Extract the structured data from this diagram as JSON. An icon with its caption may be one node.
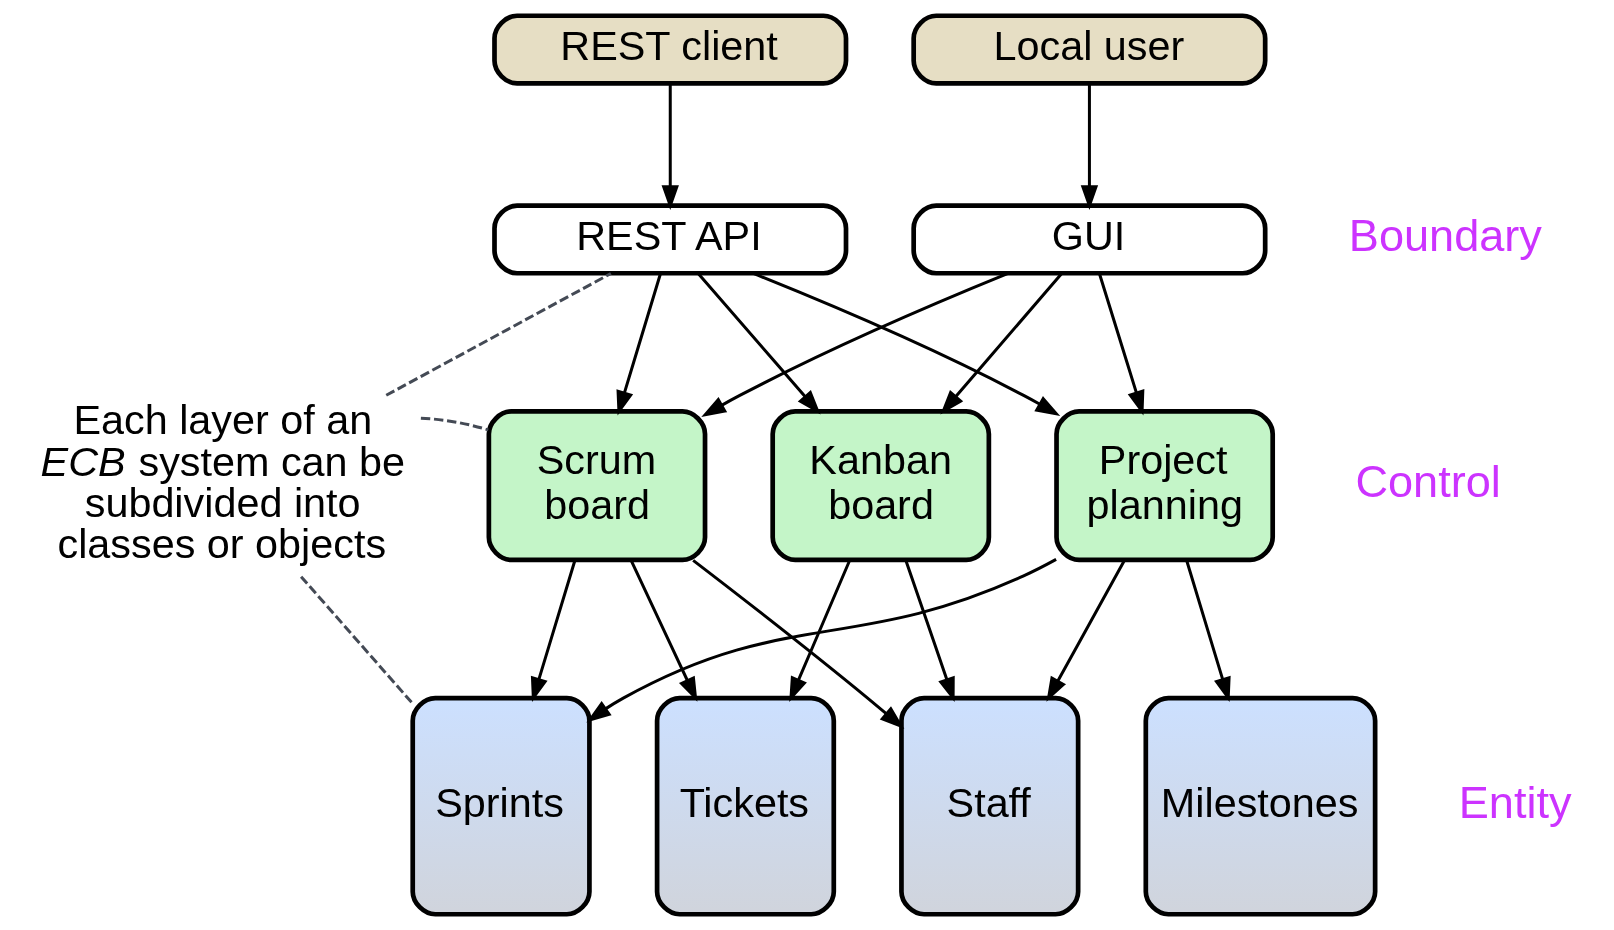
{
  "diagram": {
    "nodes": [
      {
        "text": [
          "REST client"
        ]
      },
      {
        "text": [
          "Local user"
        ]
      },
      {
        "text": [
          "REST API"
        ]
      },
      {
        "text": [
          "GUI"
        ]
      },
      {
        "text": [
          "Scrum board"
        ]
      },
      {
        "text": [
          "Kanban board"
        ]
      },
      {
        "text": [
          "Project planning"
        ]
      },
      {
        "text": [
          "Sprints"
        ]
      },
      {
        "text": [
          "Tickets"
        ]
      },
      {
        "text": [
          "Staff"
        ]
      },
      {
        "text": [
          "Milestones"
        ]
      },
      {
        "text": [
          "Each layer of an *ECB* system can be subdivided into classes or objects"
        ]
      }
    ],
    "edges": [
      {
        "from": 0,
        "to": 2,
        "arrow": "to"
      },
      {
        "from": 1,
        "to": 3,
        "arrow": "to"
      },
      {
        "from": 2,
        "to": 4,
        "arrow": "to"
      },
      {
        "from": 2,
        "to": 5,
        "arrow": "to"
      },
      {
        "from": 2,
        "to": 6,
        "arrow": "to"
      },
      {
        "from": 3,
        "to": 4,
        "arrow": "to"
      },
      {
        "from": 3,
        "to": 5,
        "arrow": "to"
      },
      {
        "from": 3,
        "to": 6,
        "arrow": "to"
      },
      {
        "from": 4,
        "to": 7,
        "arrow": "to"
      },
      {
        "from": 4,
        "to": 8,
        "arrow": "to"
      },
      {
        "from": 4,
        "to": 9,
        "arrow": "to"
      },
      {
        "from": 5,
        "to": 8,
        "arrow": "to"
      },
      {
        "from": 5,
        "to": 9,
        "arrow": "to"
      },
      {
        "from": 6,
        "to": 7,
        "arrow": "to"
      },
      {
        "from": 6,
        "to": 9,
        "arrow": "to"
      },
      {
        "from": 6,
        "to": 10,
        "arrow": "to"
      },
      {
        "from": 11,
        "to": 2,
        "arrow": "none",
        "style": "dashed",
        "color": "#444a55"
      },
      {
        "from": 11,
        "to": 4,
        "arrow": "none",
        "style": "dashed",
        "color": "#444a55"
      },
      {
        "from": 11,
        "to": 7,
        "arrow": "none",
        "style": "dashed",
        "color": "#444a55"
      }
    ],
    "labels": [
      "Boundary",
      "Control",
      "Entity"
    ]
  }
}
